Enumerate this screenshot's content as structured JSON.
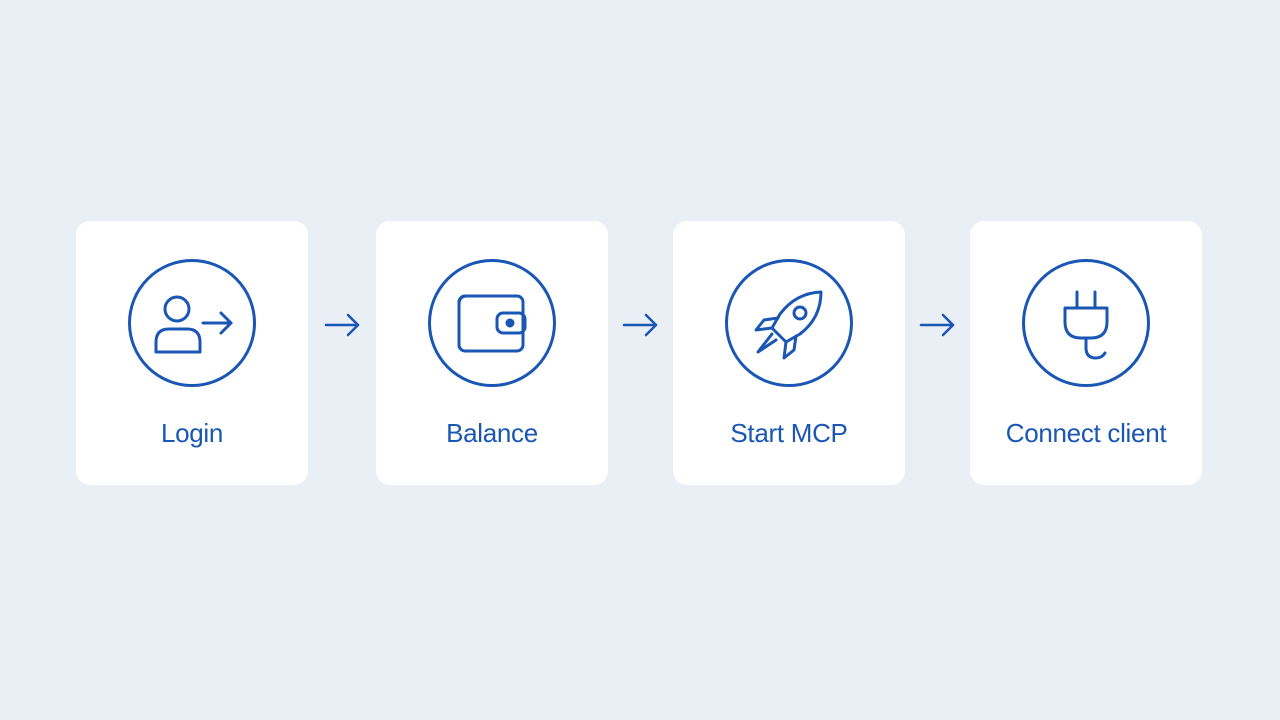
{
  "accent_color": "#1a56b4",
  "background_color": "#eaeef5",
  "steps": [
    {
      "label": "Login",
      "icon": "user-login-icon"
    },
    {
      "label": "Balance",
      "icon": "wallet-icon"
    },
    {
      "label": "Start MCP",
      "icon": "rocket-icon"
    },
    {
      "label": "Connect client",
      "icon": "plug-icon"
    }
  ],
  "connectors": [
    {
      "icon": "arrow-right-icon"
    },
    {
      "icon": "arrow-right-icon"
    },
    {
      "icon": "arrow-right-icon"
    }
  ]
}
